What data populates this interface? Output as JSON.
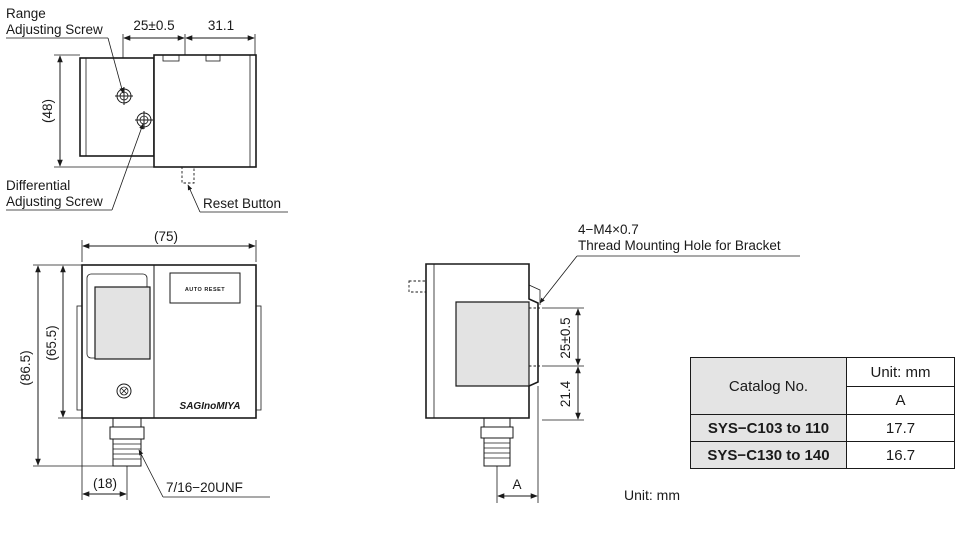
{
  "labels": {
    "range_screw_line1": "Range",
    "range_screw_line2": "Adjusting Screw",
    "diff_screw_line1": "Differential",
    "diff_screw_line2": "Adjusting Screw",
    "reset_button": "Reset Button",
    "thread_line1": "4−M4×0.7",
    "thread_line2": "Thread Mounting Hole for Bracket",
    "fitting": "7/16−20UNF",
    "panel_text": "AUTO RESET",
    "brand": "SAGInoMIYA"
  },
  "dimensions": {
    "top_spacing": "25±0.5",
    "top_width": "31.1",
    "top_height": "(48)",
    "front_width": "(75)",
    "front_height_overall": "(86.5)",
    "front_height_body": "(65.5)",
    "fitting_offset": "(18)",
    "side_spacing": "25±0.5",
    "side_lower": "21.4",
    "side_a": "A"
  },
  "table": {
    "header_catalog": "Catalog No.",
    "header_unit": "Unit: mm",
    "header_a": "A",
    "rows": [
      {
        "model": "SYS−C103 to 110",
        "a": "17.7"
      },
      {
        "model": "SYS−C130 to 140",
        "a": "16.7"
      }
    ]
  },
  "unit_note": "Unit: mm"
}
